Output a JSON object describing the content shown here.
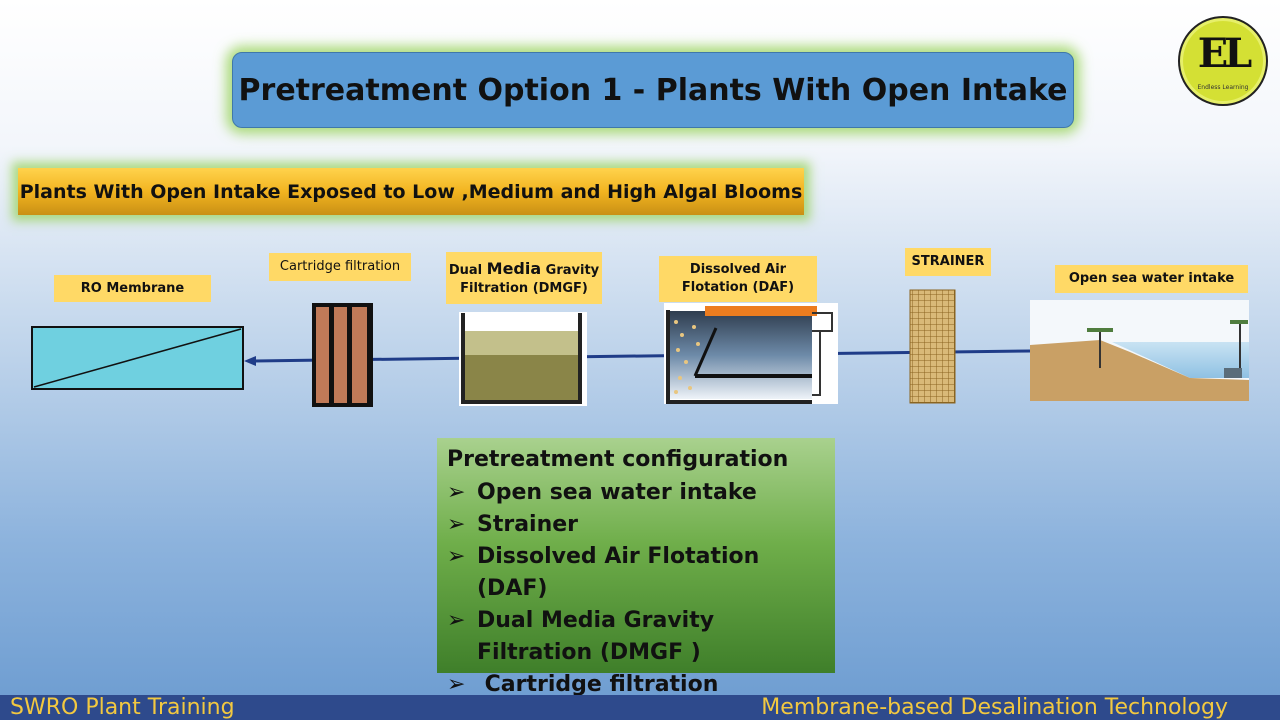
{
  "title": "Pretreatment Option 1 - Plants With Open Intake",
  "subtitle": "Plants With Open Intake Exposed to Low ,Medium and High  Algal Blooms",
  "logo": {
    "mark": "EL",
    "tagline": "Endless Learning"
  },
  "stages": {
    "ro_membrane": "RO Membrane",
    "cartridge": "Cartridge filtration",
    "dmgf": {
      "line1_pre": "Dual ",
      "line1_big": "Media",
      "line1_post": " Gravity",
      "line2": "Filtration (DMGF)"
    },
    "daf": {
      "line1": "Dissolved Air",
      "line2": "Flotation (DAF)"
    },
    "strainer": "STRAINER",
    "intake": "Open sea water intake"
  },
  "configuration": {
    "heading": "Pretreatment configuration",
    "bullet": "➢",
    "items": [
      "Open sea water intake",
      "Strainer",
      "Dissolved Air Flotation (DAF)",
      "Dual Media Gravity Filtration (DMGF )",
      " Cartridge filtration"
    ]
  },
  "footer": {
    "left": "SWRO Plant Training",
    "right": "Membrane-based Desalination Technology"
  },
  "colors": {
    "title_bg": "#5b9bd5",
    "glow": "#92d050",
    "label_bg": "#ffd966",
    "footer_bg": "#2e4a8c",
    "footer_text": "#f2c840",
    "flow_line": "#1f3c88"
  }
}
